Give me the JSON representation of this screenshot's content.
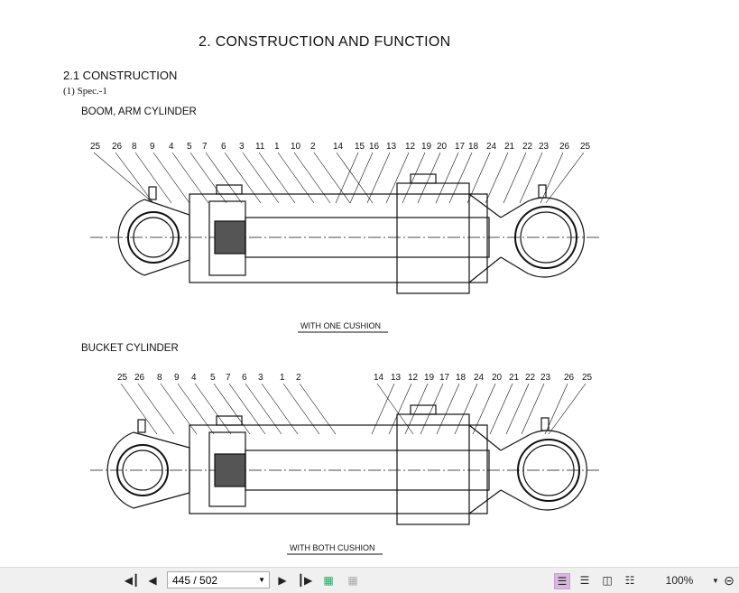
{
  "document": {
    "title": "2.  CONSTRUCTION AND FUNCTION",
    "section": "2.1  CONSTRUCTION",
    "spec": "(1)  Spec.-1",
    "boom_heading": "BOOM, ARM CYLINDER",
    "boom_callouts": [
      "25",
      "26",
      "8",
      "9",
      "4",
      "5",
      "7",
      "6",
      "3",
      "11",
      "1",
      "10",
      "2",
      "14",
      "15",
      "16",
      "13",
      "12",
      "19",
      "20",
      "17",
      "18",
      "24",
      "21",
      "22",
      "23",
      "26",
      "25"
    ],
    "boom_caption": "WITH ONE CUSHION",
    "bucket_heading": "BUCKET CYLINDER",
    "bucket_callouts": [
      "25",
      "26",
      "8",
      "9",
      "4",
      "5",
      "7",
      "6",
      "3",
      "1",
      "2",
      "14",
      "13",
      "12",
      "19",
      "17",
      "18",
      "24",
      "20",
      "21",
      "22",
      "23",
      "26",
      "25"
    ],
    "bucket_caption": "WITH BOTH CUSHION"
  },
  "toolbar": {
    "page_field": "445 / 502",
    "zoom": "100%",
    "icons": [
      "first-page-icon",
      "previous-page-icon",
      "next-page-icon",
      "last-page-icon",
      "previous-view-icon",
      "next-view-icon",
      "single-page-view-icon",
      "continuous-view-icon",
      "facing-view-icon",
      "continuous-facing-view-icon",
      "zoom-dropdown-icon",
      "zoom-out-icon"
    ]
  }
}
